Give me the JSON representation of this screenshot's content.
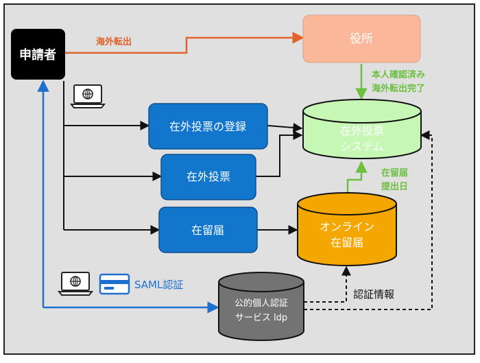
{
  "nodes": {
    "applicant": "申請者",
    "office": "役所",
    "register": "在外投票の登録",
    "vote": "在外投票",
    "residence": "在留届",
    "system_line1": "在外投票",
    "system_line2": "システム",
    "online_line1": "オンライン",
    "online_line2": "在留届",
    "idp_line1": "公的個人認証",
    "idp_line2": "サービス ldp"
  },
  "labels": {
    "emigration": "海外転出",
    "verified_line1": "本人確認済み",
    "verified_line2": "海外転出完了",
    "residence_date_line1": "在留届",
    "residence_date_line2": "提出日",
    "saml": "SAML認証",
    "auth_info": "認証情報"
  },
  "icons": [
    "laptop-icon",
    "laptop-icon",
    "id-card-icon"
  ],
  "colors": {
    "background": "#e0e0e0",
    "applicant": "#000000",
    "office": "#fbb79a",
    "process": "#1276cc",
    "system_db": "#c6f7b5",
    "online_db": "#f4a700",
    "idp_db": "#737373",
    "orange_arrow": "#e1622a",
    "green_arrow": "#6cbf3f",
    "blue_arrow": "#1f6fcf"
  }
}
